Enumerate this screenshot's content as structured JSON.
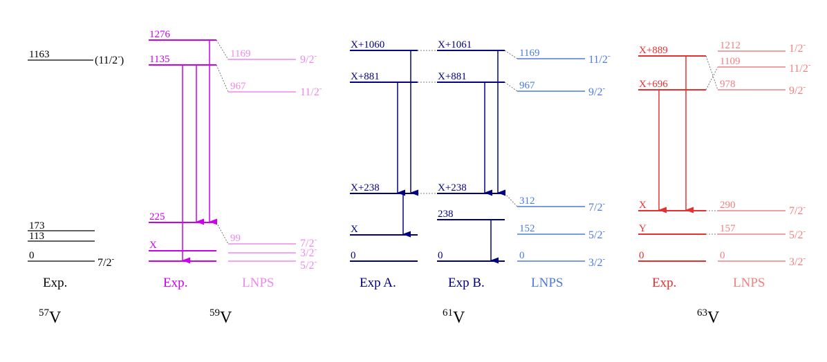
{
  "colors": {
    "v57": "#000000",
    "v59exp": "#cc00ee",
    "v59lnps": "#ee88ee",
    "v61exp": "#000080",
    "v61lnps": "#4a7ae0",
    "v63exp": "#e63030",
    "v63lnps": "#f08080"
  },
  "panels": {
    "v57": {
      "col_label": "Exp.",
      "nucleus": {
        "mass": "57",
        "symbol": "V"
      },
      "levels": [
        {
          "energy": "1163",
          "spin": "(11/2",
          "spin_sup": "-",
          "spin_close": ")"
        },
        {
          "energy": "173"
        },
        {
          "energy": "113"
        },
        {
          "energy": "0",
          "spin": "7/2",
          "spin_sup": "-"
        }
      ]
    },
    "v59": {
      "exp_label": "Exp.",
      "lnps_label": "LNPS",
      "nucleus": {
        "mass": "59",
        "symbol": "V"
      },
      "exp_levels": [
        "1276",
        "1135",
        "225",
        "X"
      ],
      "lnps_levels": [
        {
          "energy": "1169",
          "spin": "9/2",
          "spin_sup": "-"
        },
        {
          "energy": "967",
          "spin": "11/2",
          "spin_sup": "-"
        },
        {
          "energy": "99",
          "spin": "7/2",
          "spin_sup": "-"
        },
        {
          "spin": "3/2",
          "spin_sup": "-"
        },
        {
          "spin": "5/2",
          "spin_sup": "-"
        }
      ]
    },
    "v61": {
      "expA_label": "Exp A.",
      "expB_label": "Exp B.",
      "lnps_label": "LNPS",
      "nucleus": {
        "mass": "61",
        "symbol": "V"
      },
      "expA_levels": [
        "X+1060",
        "X+881",
        "X+238",
        "X",
        "0"
      ],
      "expB_levels": [
        "X+1061",
        "X+881",
        "X+238",
        "238",
        "0"
      ],
      "lnps_levels": [
        {
          "energy": "1169",
          "spin": "11/2",
          "spin_sup": "-"
        },
        {
          "energy": "967",
          "spin": "9/2",
          "spin_sup": "-"
        },
        {
          "energy": "312",
          "spin": "7/2",
          "spin_sup": "-"
        },
        {
          "energy": "152",
          "spin": "5/2",
          "spin_sup": "-"
        },
        {
          "energy": "0",
          "spin": "3/2",
          "spin_sup": "-"
        }
      ]
    },
    "v63": {
      "exp_label": "Exp.",
      "lnps_label": "LNPS",
      "nucleus": {
        "mass": "63",
        "symbol": "V"
      },
      "exp_levels": [
        "X+889",
        "X+696",
        "X",
        "Y",
        "0"
      ],
      "lnps_levels": [
        {
          "energy": "1212",
          "spin": "1/2",
          "spin_sup": "-"
        },
        {
          "energy": "1109",
          "spin": "11/2",
          "spin_sup": "-"
        },
        {
          "energy": "978",
          "spin": "9/2",
          "spin_sup": "-"
        },
        {
          "energy": "290",
          "spin": "7/2",
          "spin_sup": "-"
        },
        {
          "energy": "157",
          "spin": "5/2",
          "spin_sup": "-"
        },
        {
          "energy": "0",
          "spin": "3/2",
          "spin_sup": "-"
        }
      ]
    }
  }
}
